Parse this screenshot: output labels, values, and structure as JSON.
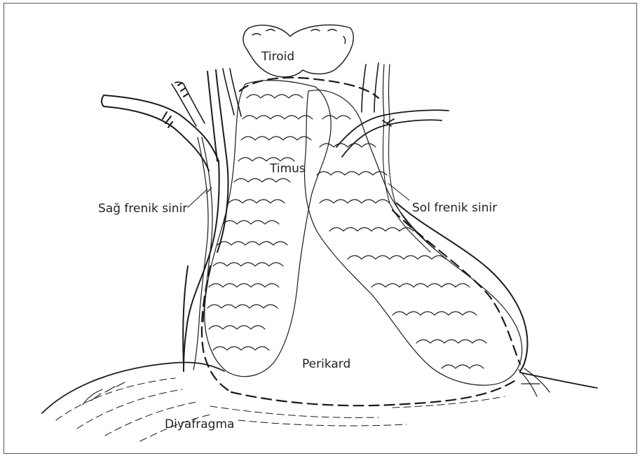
{
  "labels": {
    "tiroid": "Tiroid",
    "timus": "Timus",
    "sag_frenik": "Sağ frenik sinir",
    "sol_frenik": "Sol frenik sinir",
    "perikard": "Perikard",
    "diyafragma": "Diyafragma"
  },
  "colors": {
    "line": "#1a1a1a",
    "background": "#ffffff"
  }
}
